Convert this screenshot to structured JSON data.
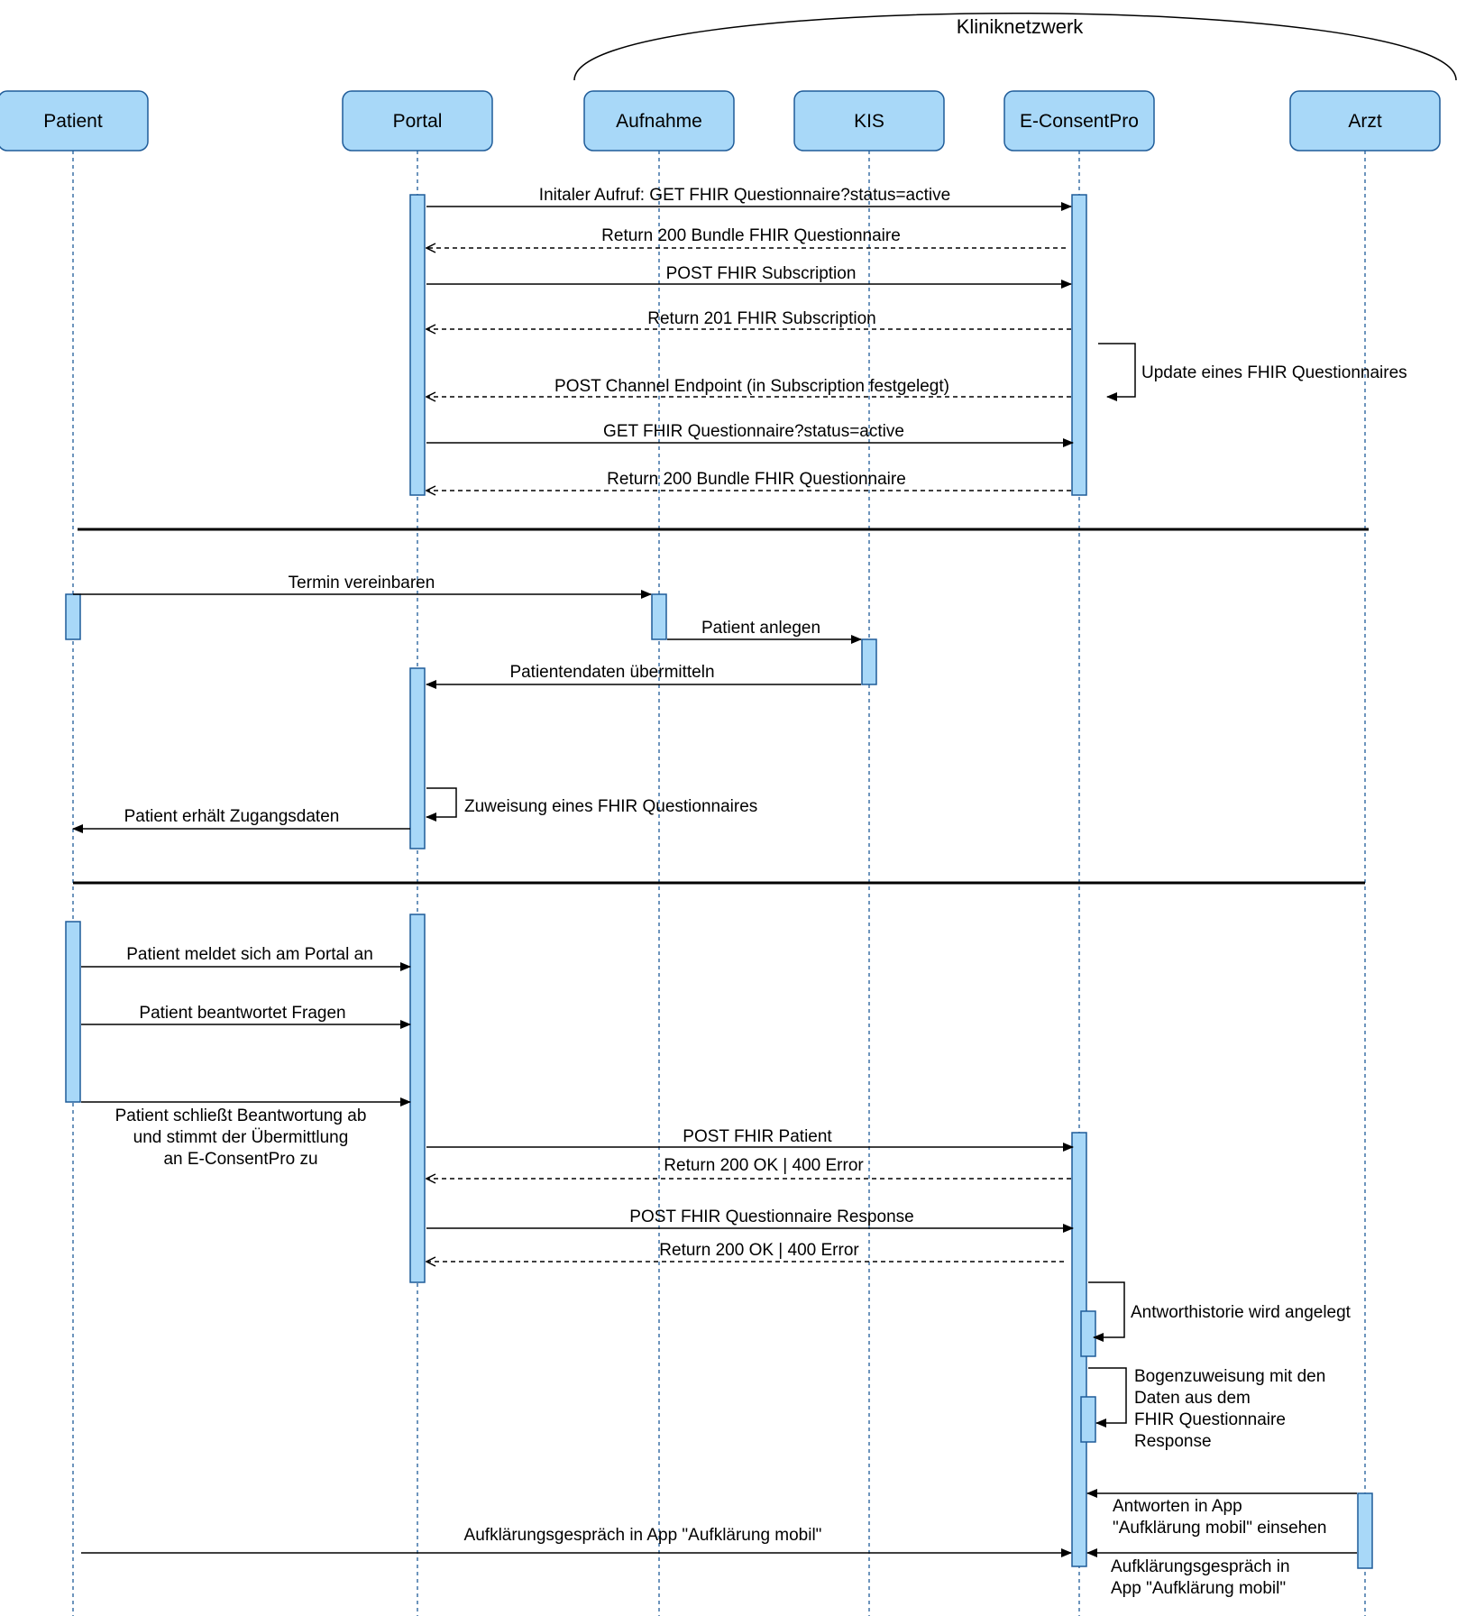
{
  "group_label": "Kliniknetzwerk",
  "colors": {
    "box_fill": "#a8d8f8",
    "box_stroke": "#1f5c99",
    "line": "#000000"
  },
  "participants": [
    {
      "id": "patient",
      "label": "Patient"
    },
    {
      "id": "portal",
      "label": "Portal"
    },
    {
      "id": "aufnahme",
      "label": "Aufnahme"
    },
    {
      "id": "kis",
      "label": "KIS"
    },
    {
      "id": "econsent",
      "label": "E-ConsentPro"
    },
    {
      "id": "arzt",
      "label": "Arzt"
    }
  ],
  "messages": [
    {
      "from": "portal",
      "to": "econsent",
      "style": "solid",
      "label": [
        "Initaler Aufruf: GET FHIR Questionnaire?status=active"
      ]
    },
    {
      "from": "econsent",
      "to": "portal",
      "style": "dashed",
      "label": [
        "Return 200 Bundle FHIR Questionnaire"
      ]
    },
    {
      "from": "portal",
      "to": "econsent",
      "style": "solid",
      "label": [
        "POST FHIR Subscription"
      ]
    },
    {
      "from": "econsent",
      "to": "portal",
      "style": "dashed",
      "label": [
        "Return 201 FHIR Subscription"
      ]
    },
    {
      "from": "econsent",
      "to": "econsent",
      "style": "self",
      "label": [
        "Update eines FHIR Questionnaires"
      ]
    },
    {
      "from": "econsent",
      "to": "portal",
      "style": "dashed",
      "label": [
        "POST Channel Endpoint (in Subscription festgelegt)"
      ]
    },
    {
      "from": "portal",
      "to": "econsent",
      "style": "solid",
      "label": [
        "GET FHIR Questionnaire?status=active"
      ]
    },
    {
      "from": "econsent",
      "to": "portal",
      "style": "dashed",
      "label": [
        "Return 200 Bundle FHIR Questionnaire"
      ]
    },
    {
      "from": "patient",
      "to": "aufnahme",
      "style": "solid",
      "label": [
        "Termin vereinbaren"
      ]
    },
    {
      "from": "aufnahme",
      "to": "kis",
      "style": "solid",
      "label": [
        "Patient anlegen"
      ]
    },
    {
      "from": "kis",
      "to": "portal",
      "style": "solid",
      "label": [
        "Patientendaten übermitteln"
      ]
    },
    {
      "from": "portal",
      "to": "portal",
      "style": "self",
      "label": [
        "Zuweisung eines FHIR Questionnaires"
      ]
    },
    {
      "from": "portal",
      "to": "patient",
      "style": "solid",
      "label": [
        "Patient erhält Zugangsdaten"
      ]
    },
    {
      "from": "patient",
      "to": "portal",
      "style": "solid",
      "label": [
        "Patient meldet sich am Portal an"
      ]
    },
    {
      "from": "patient",
      "to": "portal",
      "style": "solid",
      "label": [
        "Patient beantwortet Fragen"
      ]
    },
    {
      "from": "patient",
      "to": "portal",
      "style": "solid",
      "label": [
        "Patient schließt Beantwortung ab",
        "und stimmt der Übermittlung",
        "an E-ConsentPro zu"
      ]
    },
    {
      "from": "portal",
      "to": "econsent",
      "style": "solid",
      "label": [
        "POST FHIR Patient"
      ]
    },
    {
      "from": "econsent",
      "to": "portal",
      "style": "dashed",
      "label": [
        "Return 200 OK | 400 Error"
      ]
    },
    {
      "from": "portal",
      "to": "econsent",
      "style": "solid",
      "label": [
        "POST FHIR Questionnaire Response"
      ]
    },
    {
      "from": "econsent",
      "to": "portal",
      "style": "dashed",
      "label": [
        "Return 200 OK | 400 Error"
      ]
    },
    {
      "from": "econsent",
      "to": "econsent",
      "style": "self",
      "label": [
        "Antworthistorie wird angelegt"
      ]
    },
    {
      "from": "econsent",
      "to": "econsent",
      "style": "self",
      "label": [
        "Bogenzuweisung mit den",
        "Daten aus dem",
        "FHIR Questionnaire",
        "Response"
      ]
    },
    {
      "from": "arzt",
      "to": "econsent",
      "style": "solid",
      "label": [
        "Antworten in App",
        "\"Aufklärung mobil\" einsehen"
      ]
    },
    {
      "from": "patient",
      "to": "econsent",
      "style": "solid",
      "label": [
        "Aufklärungsgespräch in App \"Aufklärung mobil\""
      ]
    },
    {
      "from": "arzt",
      "to": "econsent",
      "style": "solid",
      "label": [
        "Aufklärungsgespräch in",
        "App \"Aufklärung mobil\""
      ]
    }
  ]
}
